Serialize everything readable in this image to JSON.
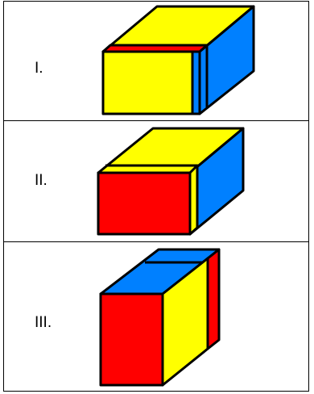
{
  "colors": {
    "yellow": "#ffff00",
    "red": "#ff0000",
    "blue": "#0080ff",
    "outline": "#000000"
  },
  "panels": [
    {
      "label": "I."
    },
    {
      "label": "II."
    },
    {
      "label": "III."
    }
  ]
}
